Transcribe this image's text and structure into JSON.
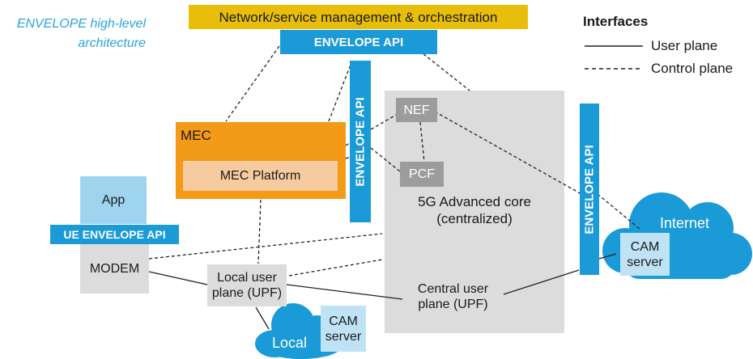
{
  "caption": {
    "line1": "ENVELOPE high-level",
    "line2": "architecture"
  },
  "orchestration": {
    "label": "Network/service management & orchestration"
  },
  "envelope_api_top": {
    "label": "ENVELOPE API"
  },
  "envelope_api_vertical_left": {
    "label": "ENVELOPE API"
  },
  "envelope_api_vertical_right": {
    "label": "ENVELOPE API"
  },
  "legend": {
    "title": "Interfaces",
    "user_plane": "User plane",
    "control_plane": "Control plane"
  },
  "mec": {
    "label": "MEC",
    "platform": "MEC Platform"
  },
  "core": {
    "nef": "NEF",
    "pcf": "PCF",
    "line1": "5G Advanced core",
    "line2": "(centralized)"
  },
  "ue": {
    "app": "App",
    "api": "UE ENVELOPE API",
    "modem": "MODEM"
  },
  "local_upf": {
    "line1": "Local user",
    "line2": "plane (UPF)"
  },
  "central_upf": {
    "line1": "Central user",
    "line2": "plane (UPF)"
  },
  "local_cloud": {
    "label": "Local",
    "cam_line1": "CAM",
    "cam_line2": "server"
  },
  "internet_cloud": {
    "label": "Internet",
    "cam_line1": "CAM",
    "cam_line2": "server"
  },
  "colors": {
    "orchestration": "#e8be0a",
    "api_blue": "#1a9ad6",
    "mec_orange": "#f39a16",
    "mec_platform": "#f7cba0",
    "core_gray": "#dcdcdc",
    "node_gray": "#9c9c9c",
    "ue_light_blue": "#9fd4ef",
    "cloud_blue": "#1a9ad6",
    "cam_box": "#bfe3f5",
    "caption": "#2ba3dc"
  }
}
